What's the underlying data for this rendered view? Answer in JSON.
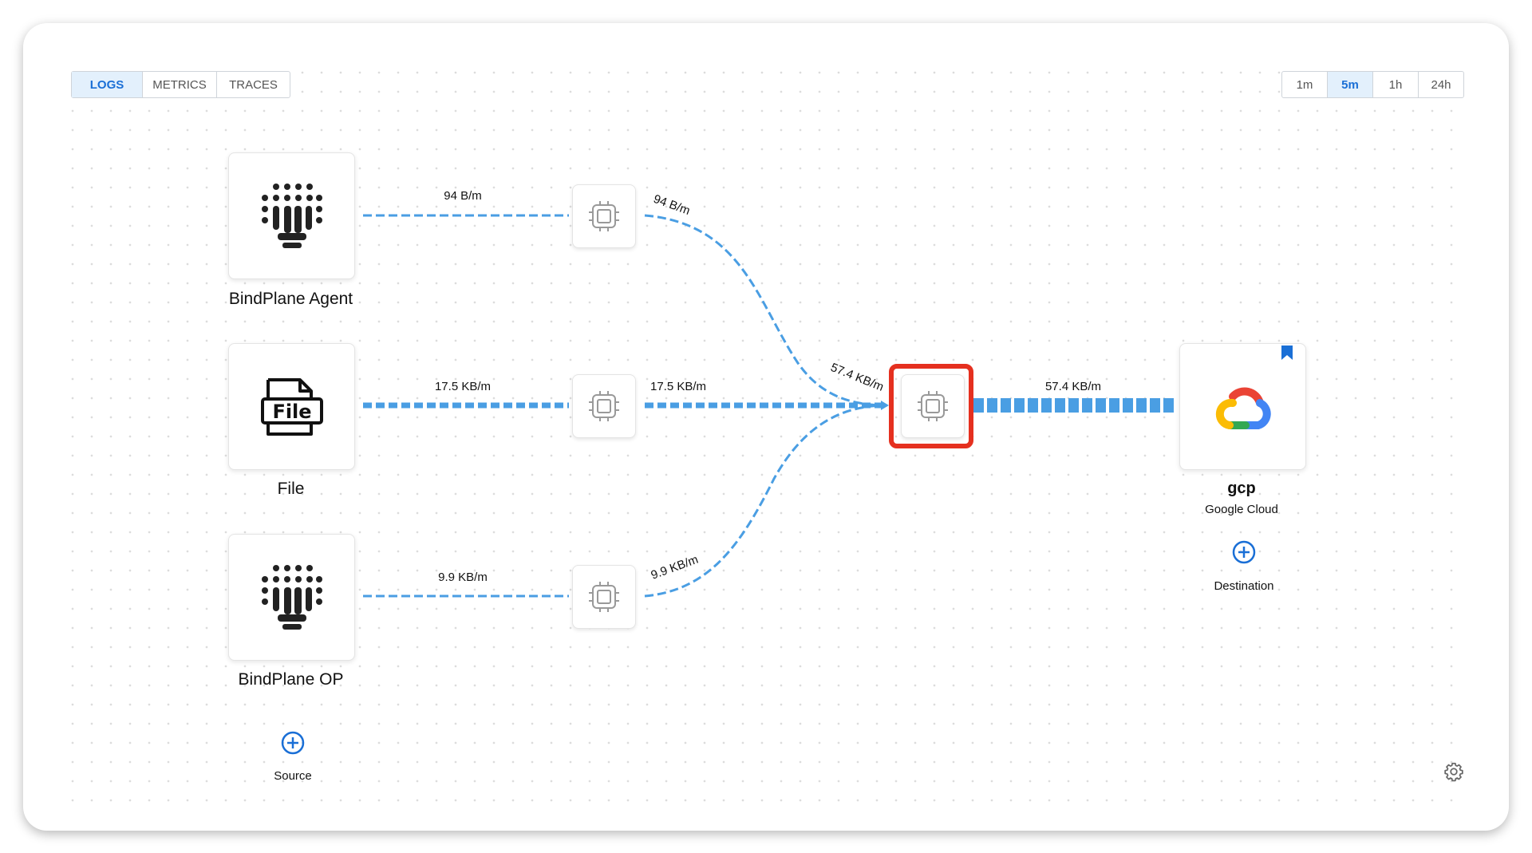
{
  "telemetry_tabs": [
    {
      "label": "LOGS",
      "active": true
    },
    {
      "label": "METRICS",
      "active": false
    },
    {
      "label": "TRACES",
      "active": false
    }
  ],
  "time_ranges": [
    {
      "label": "1m",
      "active": false
    },
    {
      "label": "5m",
      "active": true
    },
    {
      "label": "1h",
      "active": false
    },
    {
      "label": "24h",
      "active": false
    }
  ],
  "sources": [
    {
      "name": "BindPlane Agent",
      "icon": "bindplane-logo-icon"
    },
    {
      "name": "File",
      "icon": "file-icon"
    },
    {
      "name": "BindPlane OP",
      "icon": "bindplane-logo-icon"
    }
  ],
  "edges": {
    "source_rates": [
      "94 B/m",
      "17.5 KB/m",
      "9.9 KB/m"
    ],
    "processor_rates": [
      "94 B/m",
      "17.5 KB/m",
      "9.9 KB/m"
    ],
    "merge_rate": "57.4 KB/m",
    "destination_rate": "57.4 KB/m"
  },
  "destination": {
    "name": "gcp",
    "type": "Google Cloud",
    "icon": "google-cloud-icon"
  },
  "add_source_label": "Source",
  "add_destination_label": "Destination",
  "file_icon_text": "File",
  "colors": {
    "accent": "#1a6fd6",
    "edge": "#4a9ee3",
    "highlight": "#e5301f"
  }
}
